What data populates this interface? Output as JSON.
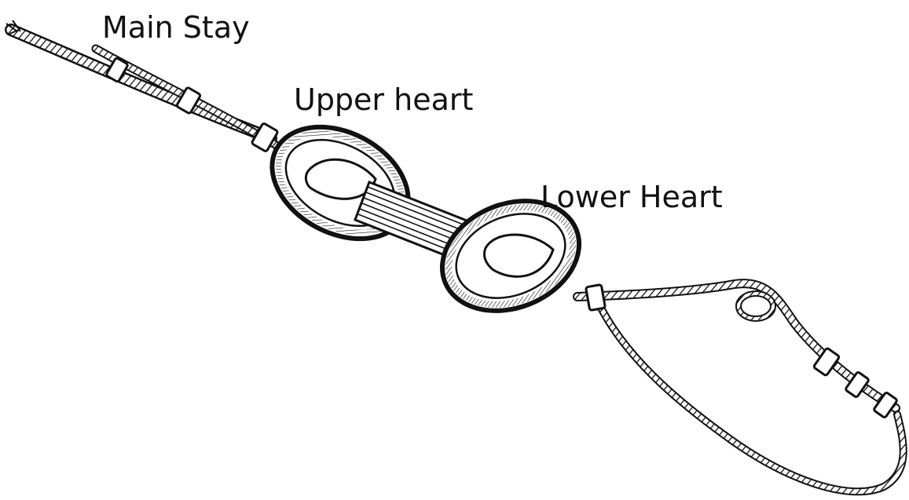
{
  "labels": {
    "main_stay": "Main Stay",
    "upper_heart": "Upper heart",
    "lower_heart": "Lower Heart"
  },
  "colors": {
    "ink": "#111111",
    "background": "#ffffff"
  }
}
